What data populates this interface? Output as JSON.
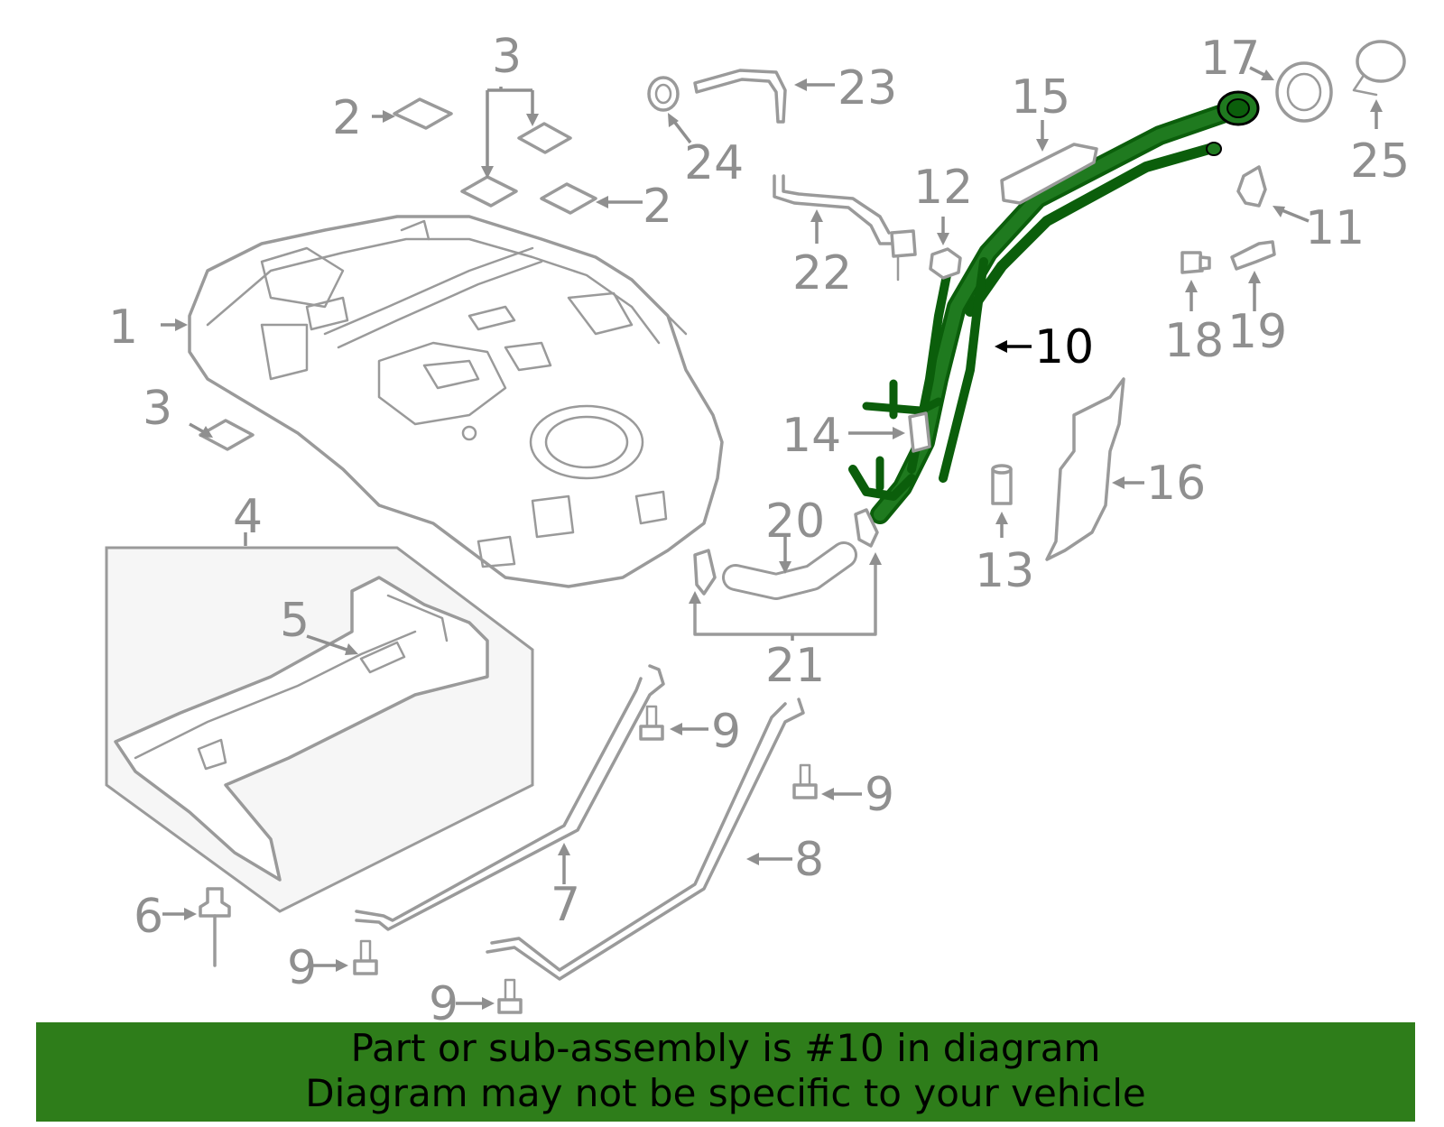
{
  "diagram": {
    "highlight_color": "#2e7d1a",
    "highlighted_part": "10",
    "callouts": [
      "1",
      "2",
      "2",
      "3",
      "3",
      "3",
      "4",
      "5",
      "6",
      "7",
      "8",
      "9",
      "9",
      "9",
      "9",
      "10",
      "11",
      "12",
      "13",
      "14",
      "15",
      "16",
      "17",
      "18",
      "19",
      "20",
      "21",
      "22",
      "23",
      "24",
      "25"
    ]
  },
  "banner": {
    "line1": "Part or sub-assembly is #10 in diagram",
    "line2": "Diagram may not be specific to your vehicle"
  }
}
